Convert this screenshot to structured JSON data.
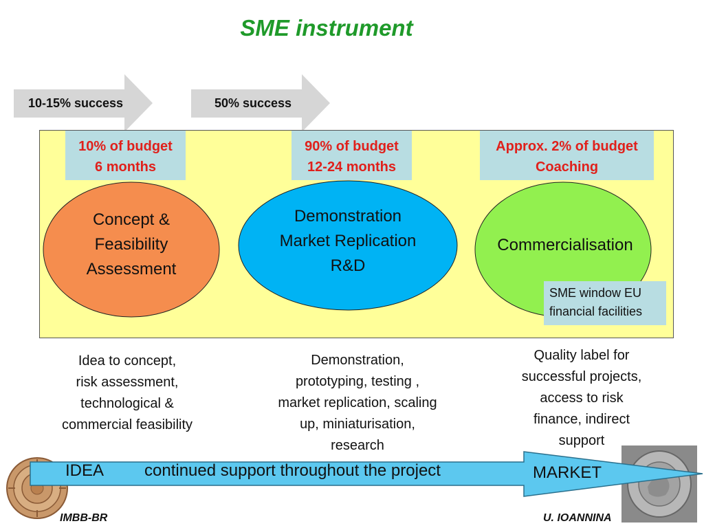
{
  "title": "SME instrument",
  "success": [
    {
      "label": "10-15% success"
    },
    {
      "label": "50% success"
    }
  ],
  "phases": [
    {
      "budget": "10% of budget",
      "duration": "6 months",
      "lines": [
        "Concept &",
        "Feasibility",
        "Assessment"
      ],
      "color": "#f58d4e",
      "description": [
        "Idea to concept,",
        "risk assessment,",
        "technological &",
        "commercial feasibility"
      ]
    },
    {
      "budget": "90% of budget",
      "duration": "12-24 months",
      "lines": [
        "Demonstration",
        "Market Replication",
        "R&D"
      ],
      "color": "#00b3f4",
      "description": [
        "Demonstration,",
        "prototyping, testing ,",
        "market replication, scaling",
        "up, miniaturisation,",
        "research"
      ]
    },
    {
      "budget": "Approx. 2% of budget",
      "duration": "Coaching",
      "lines": [
        "Commercialisation"
      ],
      "color": "#92f04f",
      "description": [
        "Quality label for",
        "successful projects,",
        "access to risk",
        "finance, indirect",
        "support"
      ]
    }
  ],
  "sme_window": [
    "SME window EU",
    "financial facilities"
  ],
  "flow": {
    "start": "IDEA",
    "middle": "continued support throughout the project",
    "end": "MARKET",
    "color": "#5cc8ef"
  },
  "footer": {
    "left": "IMBB-BR",
    "right": "U. IOANNINA"
  },
  "colors": {
    "title": "#1f9a2a",
    "budget_text": "#e0201b",
    "budget_bg": "#b8dde2",
    "panel": "#ffff99",
    "arrow_grey": "#d6d6d6"
  }
}
